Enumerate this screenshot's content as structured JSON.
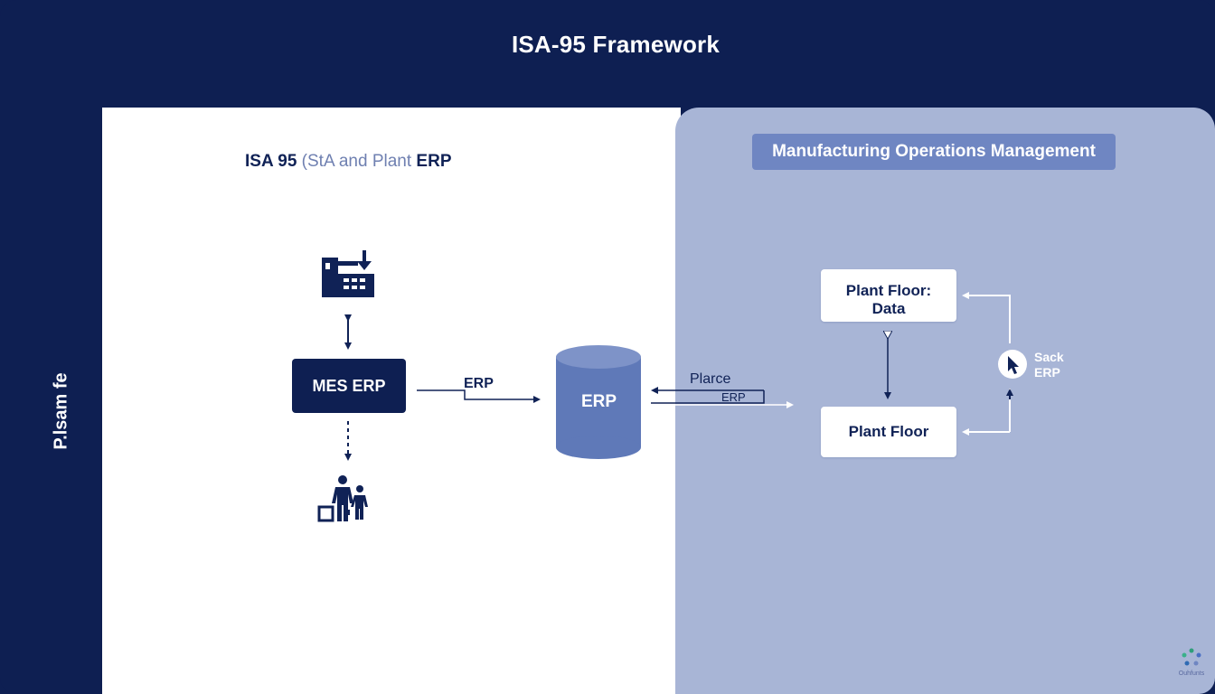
{
  "header": {
    "title": "ISA-95 Framework"
  },
  "sidebar": {
    "label": "P.lsam fe"
  },
  "left_panel": {
    "subtitle_main": "ISA 95 ",
    "subtitle_faded": "(StA and Plant",
    "subtitle_end": " ERP",
    "mes_box": "MES ERP",
    "arrow_label": "ERP",
    "database_label": "ERP"
  },
  "middle": {
    "place_label": "Plarce",
    "erp_label": "ERP"
  },
  "right_panel": {
    "badge": "Manufacturing Operations Management",
    "node_data_line1": "Plant Floor:",
    "node_data_line2": "Data",
    "node_floor": "Plant Floor",
    "sack_line1": "Sack",
    "sack_line2": "ERP"
  },
  "watermark": {
    "text": "Ouhfunts"
  },
  "colors": {
    "navy": "#0e1f52",
    "panel_blue": "#a8b5d6",
    "badge_blue": "#6f86c2",
    "database_blue": "#5f79b8"
  },
  "icons": [
    "factory-machine-icon",
    "people-icon",
    "database-icon",
    "cursor-icon",
    "watermark-logo-icon"
  ]
}
